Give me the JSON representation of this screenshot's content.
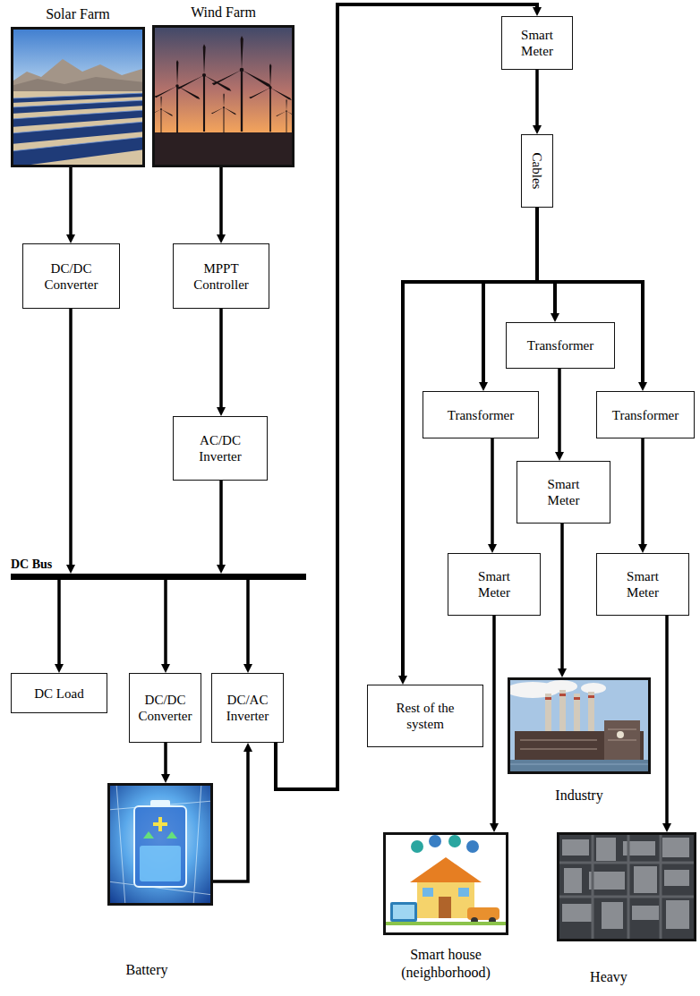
{
  "diagram": {
    "nodes": [
      {
        "text": [
          "Solar Farm"
        ]
      },
      {
        "text": [
          "Wind Farm"
        ]
      },
      {
        "text": [
          "DC/DC Converter"
        ]
      },
      {
        "text": [
          "MPPT Controller"
        ]
      },
      {
        "text": [
          "AC/DC Inverter"
        ]
      },
      {
        "text": [
          "DC Bus"
        ]
      },
      {
        "text": [
          "DC Load"
        ]
      },
      {
        "text": [
          "DC/DC Converter"
        ]
      },
      {
        "text": [
          "DC/AC Inverter"
        ]
      },
      {
        "text": [
          "Battery"
        ]
      },
      {
        "text": [
          "Smart Meter"
        ]
      },
      {
        "text": [
          "Cables"
        ]
      },
      {
        "text": [
          "Rest of the system"
        ]
      },
      {
        "text": [
          "Transformer"
        ]
      },
      {
        "text": [
          "Transformer"
        ]
      },
      {
        "text": [
          "Transformer"
        ]
      },
      {
        "text": [
          "Smart Meter"
        ]
      },
      {
        "text": [
          "Smart Meter"
        ]
      },
      {
        "text": [
          "Smart Meter"
        ]
      },
      {
        "text": [
          "Industry"
        ]
      },
      {
        "text": [
          "Smart house (neighborhood)"
        ]
      },
      {
        "text": [
          "Heavy"
        ]
      }
    ],
    "edges": [
      {
        "from": 0,
        "to": 2,
        "arrow": "to"
      },
      {
        "from": 1,
        "to": 3,
        "arrow": "to"
      },
      {
        "from": 3,
        "to": 4,
        "arrow": "to"
      },
      {
        "from": 2,
        "to": 5,
        "arrow": "to"
      },
      {
        "from": 4,
        "to": 5,
        "arrow": "to"
      },
      {
        "from": 5,
        "to": 6,
        "arrow": "to"
      },
      {
        "from": 5,
        "to": 7,
        "arrow": "to"
      },
      {
        "from": 5,
        "to": 8,
        "arrow": "to"
      },
      {
        "from": 7,
        "to": 9,
        "arrow": "to"
      },
      {
        "from": 9,
        "to": 8,
        "arrow": "to"
      },
      {
        "from": 8,
        "to": 10,
        "arrow": "to"
      },
      {
        "from": 10,
        "to": 11,
        "arrow": "to"
      },
      {
        "from": 11,
        "to": 12,
        "arrow": "to"
      },
      {
        "from": 11,
        "to": 14,
        "arrow": "to"
      },
      {
        "from": 11,
        "to": 13,
        "arrow": "to"
      },
      {
        "from": 11,
        "to": 15,
        "arrow": "to"
      },
      {
        "from": 14,
        "to": 17,
        "arrow": "to"
      },
      {
        "from": 13,
        "to": 16,
        "arrow": "to"
      },
      {
        "from": 15,
        "to": 18,
        "arrow": "to"
      },
      {
        "from": 17,
        "to": 20,
        "arrow": "to"
      },
      {
        "from": 16,
        "to": 19,
        "arrow": "to"
      },
      {
        "from": 18,
        "to": 21,
        "arrow": "to"
      }
    ]
  }
}
